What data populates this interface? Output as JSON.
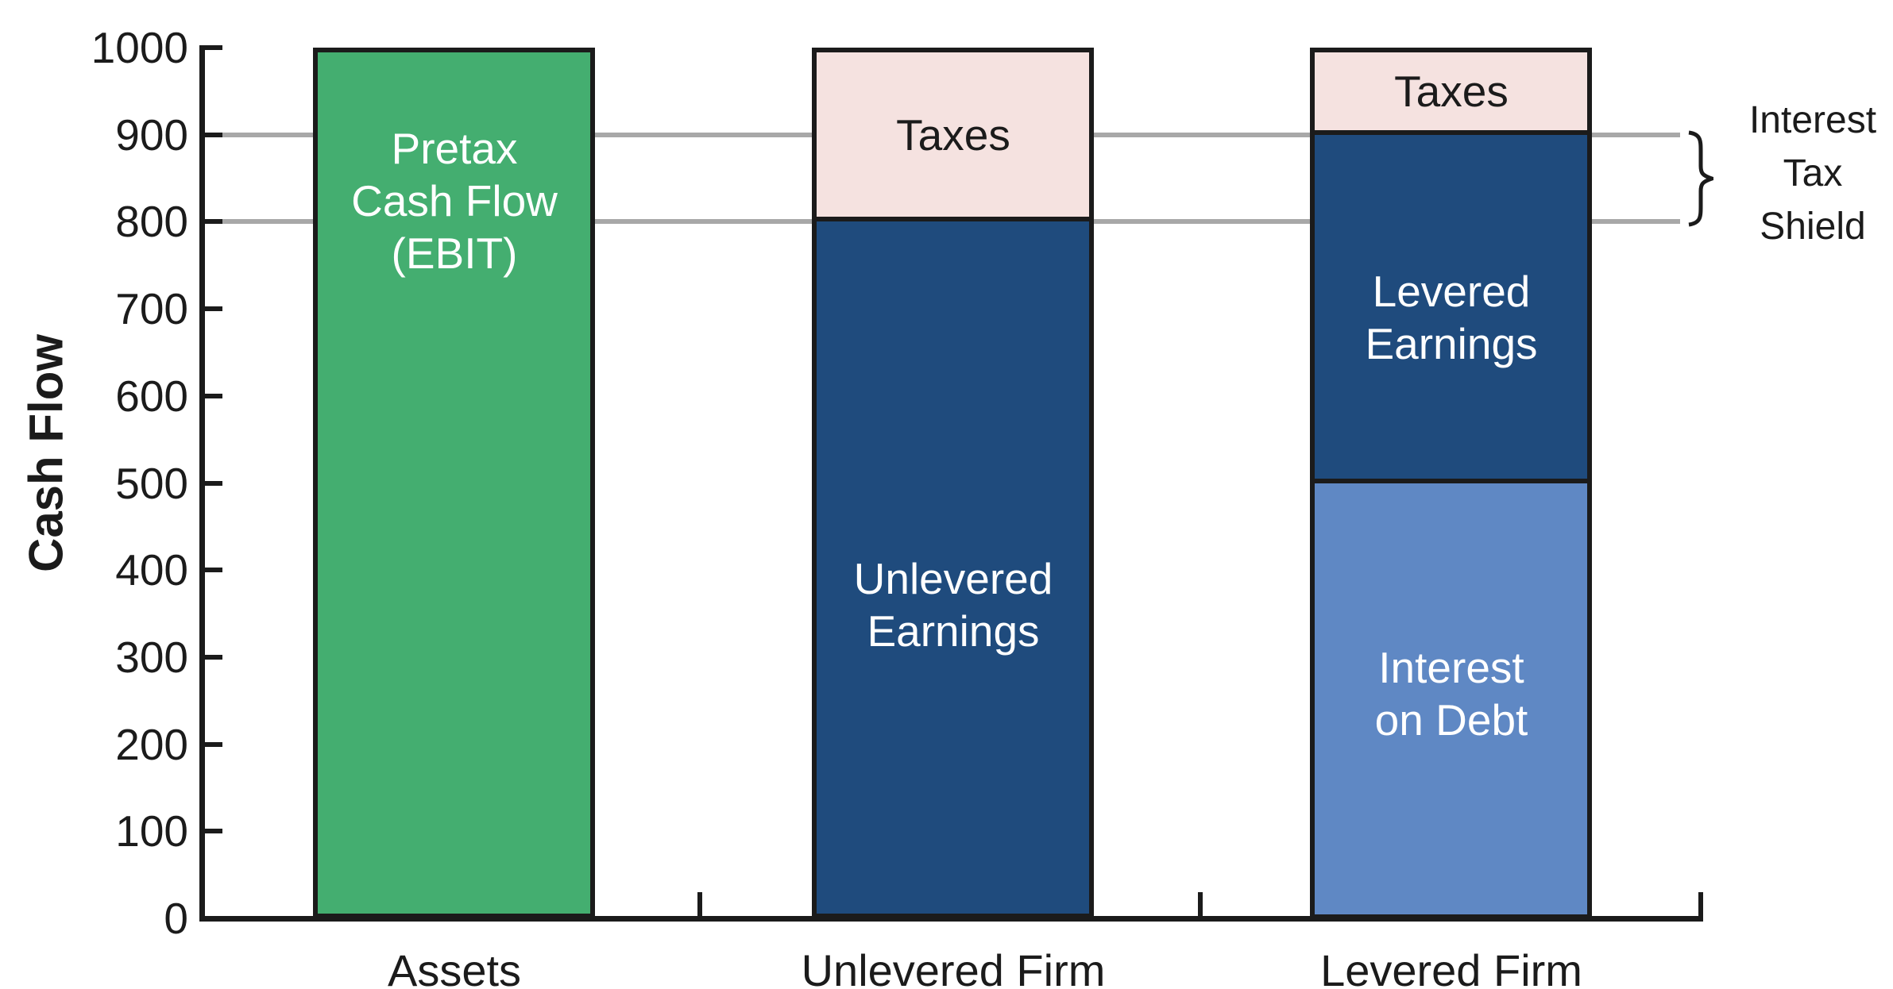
{
  "chart_data": {
    "type": "bar",
    "stacked": true,
    "title": "",
    "xlabel": "",
    "ylabel": "Cash Flow",
    "ylim": [
      0,
      1000
    ],
    "ytick_interval": 100,
    "yticks": [
      0,
      100,
      200,
      300,
      400,
      500,
      600,
      700,
      800,
      900,
      1000
    ],
    "legend_position": "none",
    "grid": "horizontal reference lines at 800 and 900 only, drawn behind bars",
    "gridline_values": [
      900,
      800
    ],
    "categories": [
      "Assets",
      "Unlevered Firm",
      "Levered Firm"
    ],
    "bars": [
      {
        "category": "Assets",
        "total": 1000,
        "segments": [
          {
            "label": "Pretax Cash Flow (EBIT)",
            "label_lines": [
              "Pretax",
              "Cash Flow",
              "(EBIT)"
            ],
            "from": 0,
            "to": 1000,
            "value": 1000,
            "color": "#44AE70",
            "text_color": "#ffffff",
            "label_at_value": 824
          }
        ]
      },
      {
        "category": "Unlevered Firm",
        "total": 1000,
        "segments": [
          {
            "label": "Unlevered Earnings",
            "label_lines": [
              "Unlevered",
              "Earnings"
            ],
            "from": 0,
            "to": 800,
            "value": 800,
            "color": "#1F4B7D",
            "text_color": "#ffffff",
            "label_at_value": 360
          },
          {
            "label": "Taxes",
            "label_lines": [
              "Taxes"
            ],
            "from": 800,
            "to": 1000,
            "value": 200,
            "color": "#F5E2E0",
            "text_color": "#1b1b1b",
            "label_at_value": 900
          }
        ]
      },
      {
        "category": "Levered Firm",
        "total": 1000,
        "segments": [
          {
            "label": "Interest on Debt",
            "label_lines": [
              "Interest",
              "on Debt"
            ],
            "from": 0,
            "to": 500,
            "value": 500,
            "color": "#5F88C4",
            "text_color": "#ffffff",
            "label_at_value": 258
          },
          {
            "label": "Levered Earnings",
            "label_lines": [
              "Levered",
              "Earnings"
            ],
            "from": 500,
            "to": 900,
            "value": 400,
            "color": "#1F4B7D",
            "text_color": "#ffffff",
            "label_at_value": 690
          },
          {
            "label": "Taxes",
            "label_lines": [
              "Taxes"
            ],
            "from": 900,
            "to": 1000,
            "value": 100,
            "color": "#F5E2E0",
            "text_color": "#1b1b1b",
            "label_at_value": 950
          }
        ]
      }
    ],
    "annotation": {
      "label": "Interest Tax Shield",
      "label_lines": [
        "Interest",
        "Tax",
        "Shield"
      ],
      "brace": "right curly brace spanning from 900 down to 800",
      "from_value": 900,
      "to_value": 800
    }
  },
  "colors": {
    "background": "#ffffff",
    "axis": "#1b1b1b",
    "text": "#1b1b1b",
    "gridline": "#A8A8A8",
    "bar_border": "#1b1b1b",
    "green": "#44AE70",
    "dark_blue": "#1F4B7D",
    "light_blue": "#5F88C4",
    "pink": "#F5E2E0"
  }
}
